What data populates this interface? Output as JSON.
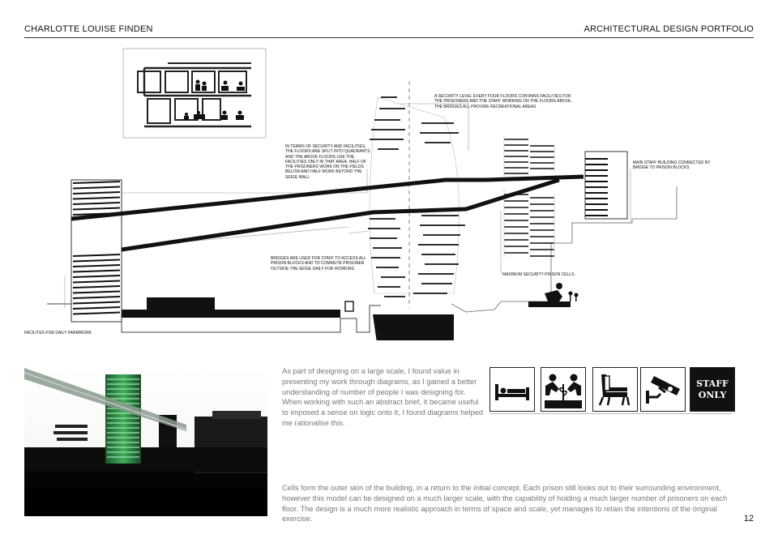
{
  "header": {
    "left": "CHARLOTTE LOUISE FINDEN",
    "right": "ARCHITECTURAL DESIGN PORTFOLIO"
  },
  "annotations": {
    "security_level": "A SECURITY LEVEL EVERY FOUR FLOORS CONTAINS FACILITIES FOR THE PRISIONERS AND THE STAFF WORKING ON THE FLOORS ABOVE. THE BRIDGES ALL PROVIDE RECREATIONAL AREAS",
    "quadrants": "IN TERMS OF SECURITY AND FACILITIES, THE FLOORS ARE SPLIT INTO QUADRANTS AND THE ABOVE FLOORS USE THE FACILITIES ONLY IN THAT AREA. HALF OF THE PRISONERS WORK ON THE FIELDS BELOW AND HALF WORK BEYOND THE SEIGE WALL",
    "main_staff": "MAIN STAFF BUILDING CONNECTED BY BRIDGE TO PRISON BLOCKS",
    "bridges": "BRIDGES ARE USED FOR STAFF TO ACCESS ALL PRISON BLOCKS AND TO COMMUTE PRISONER OUTSIDE THE SEIGE DAILY FOR WORKING",
    "max_security": "MAXIMUM SECURITY PRISON CELLS",
    "farmwork": "FACILITES FOR DAILY FARMWORK"
  },
  "body": {
    "paragraph1": "As part of designing on a large scale, I found value in presenting my work through diagrams, as I gained a better understanding of number of people I was designing for. When working with such an abstract brief, it became useful to imposed a sense on logic onto it, I found diagrams helped me rationalise this.",
    "paragraph2": "Cells form the outer skin of the building, in a return to the initial concept. Each prison still looks out to their surrounding environment, however this model can be designed on a much larger scale, with the capability of holding a much larger number of prisoners on each floor. The design is a much more realistic approach in terms of space and scale, yet manages to retain the intentions of the original exercise."
  },
  "icons": [
    {
      "name": "bed-icon"
    },
    {
      "name": "gardening-icon"
    },
    {
      "name": "armchair-icon"
    },
    {
      "name": "cctv-camera-icon"
    },
    {
      "name": "staff-only-sign",
      "line1": "STAFF",
      "line2": "ONLY"
    }
  ],
  "page_number": "12",
  "colors": {
    "ink": "#111111",
    "body_text": "#777777",
    "render_glass": "#3fae5a"
  }
}
